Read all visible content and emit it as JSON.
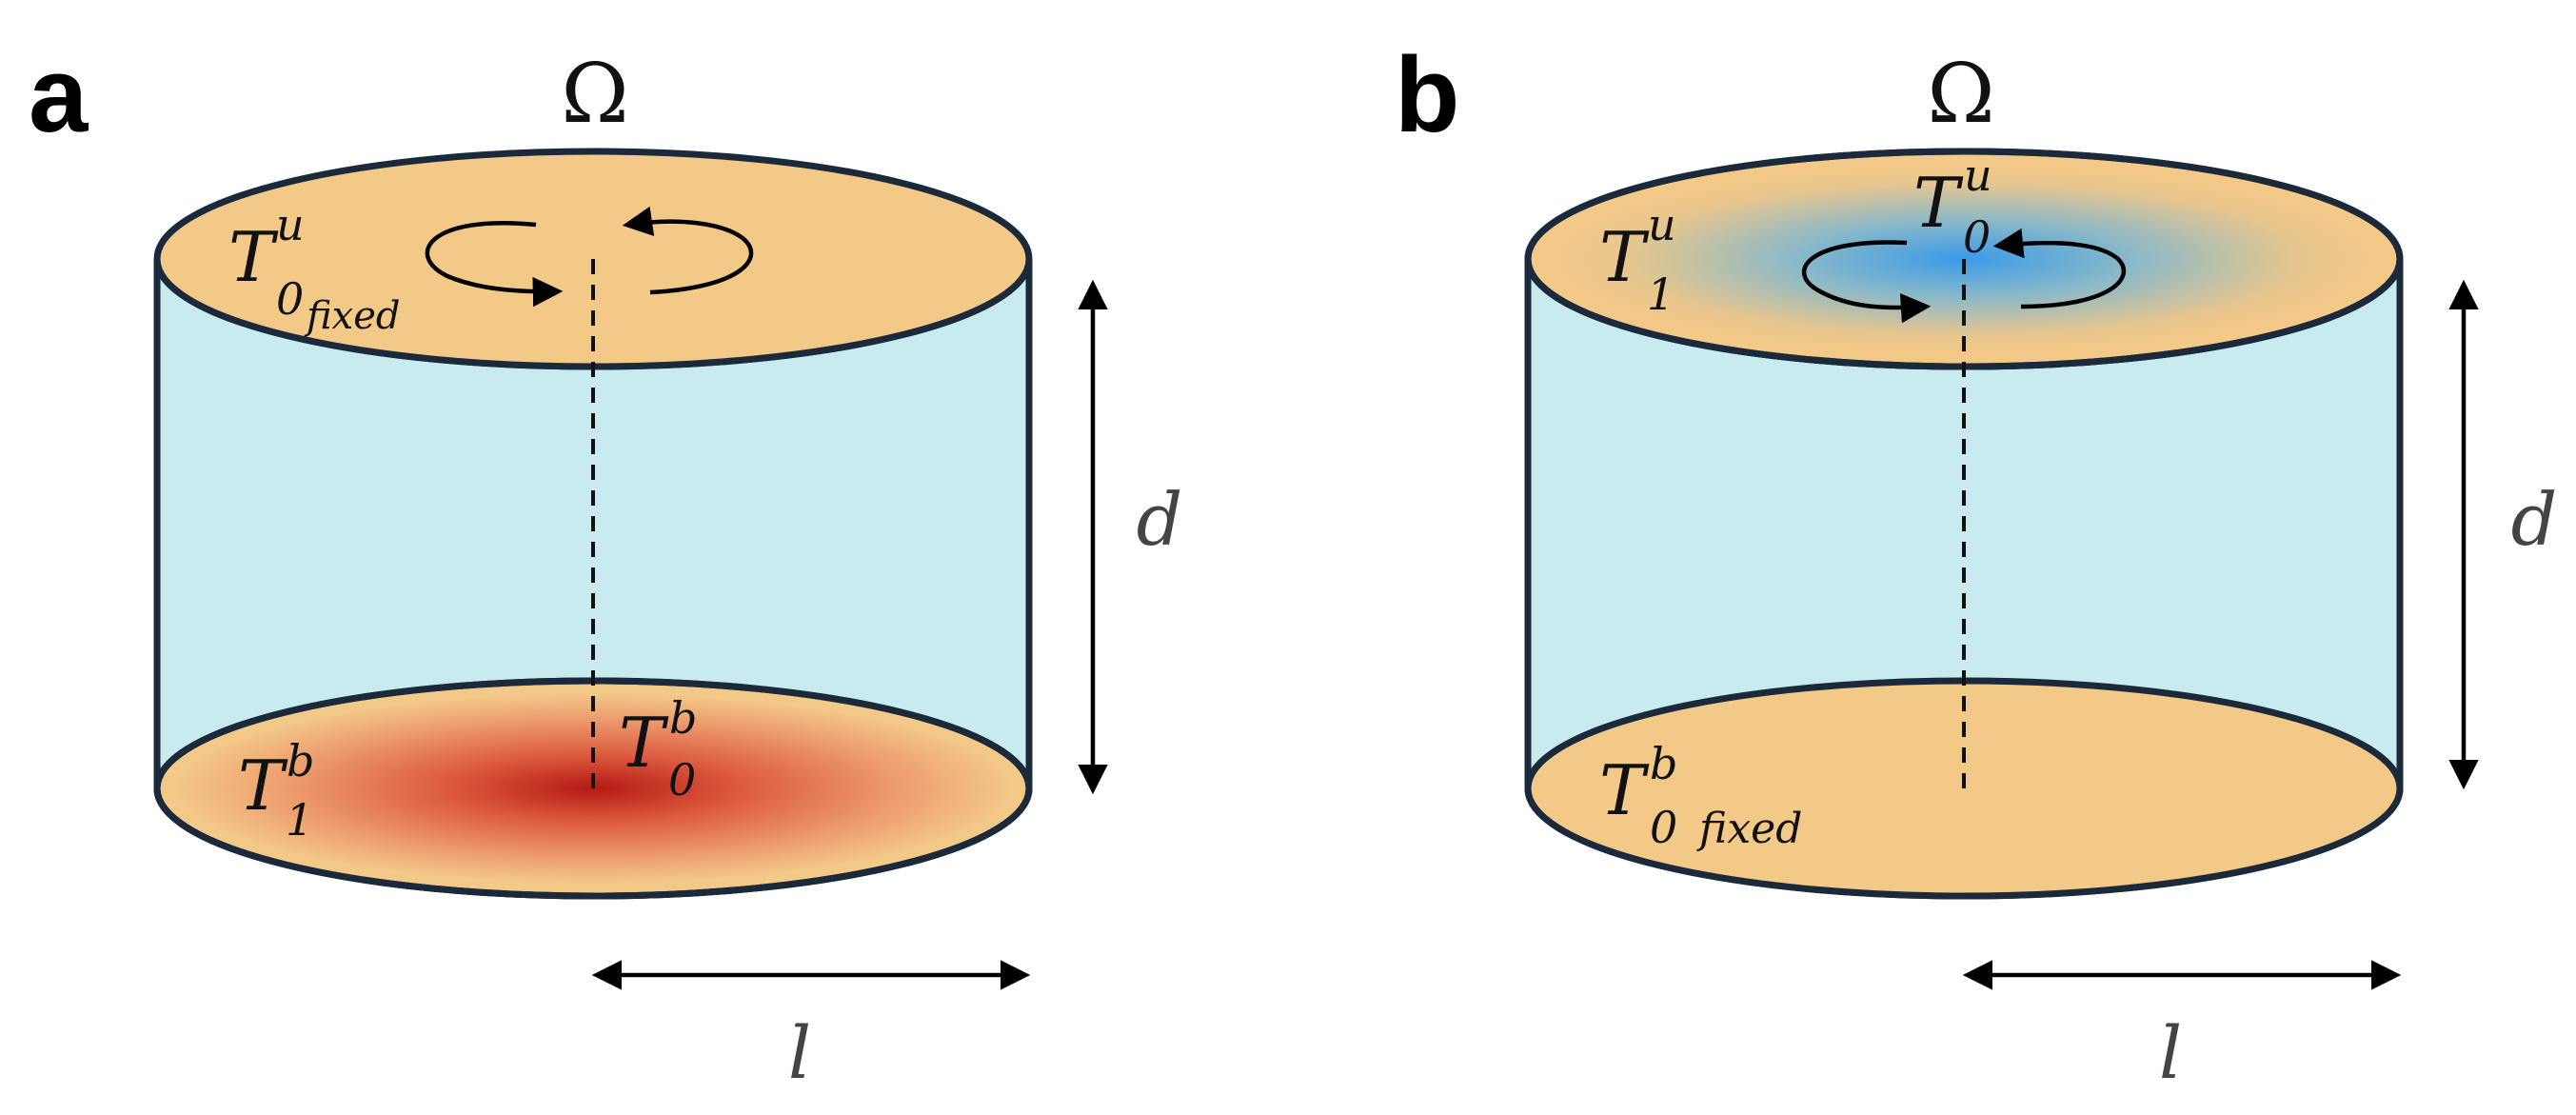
{
  "panels": [
    {
      "letter": "a",
      "rotation_symbol": "Ω",
      "top_label": {
        "base": "T",
        "sup": "u",
        "sub": "0",
        "sub2": "fixed"
      },
      "bottom_left_label": {
        "base": "T",
        "sup": "b",
        "sub": "1"
      },
      "bottom_center_label": {
        "base": "T",
        "sup": "b",
        "sub": "0"
      },
      "height_label": "d",
      "radius_label": "l",
      "gradient_surface": "bottom",
      "gradient_color": "#c2271c"
    },
    {
      "letter": "b",
      "rotation_symbol": "Ω",
      "top_left_label": {
        "base": "T",
        "sup": "u",
        "sub": "1"
      },
      "top_center_label": {
        "base": "T",
        "sup": "u",
        "sub": "0"
      },
      "bottom_label": {
        "base": "T",
        "sup": "b",
        "sub": "0",
        "sub2": "fixed"
      },
      "height_label": "d",
      "radius_label": "l",
      "gradient_surface": "top",
      "gradient_color": "#3a9be8"
    }
  ],
  "colors": {
    "cap_fill": "#f3c987",
    "wall_fill": "#c8ebef",
    "outline": "#1b2a3a"
  }
}
